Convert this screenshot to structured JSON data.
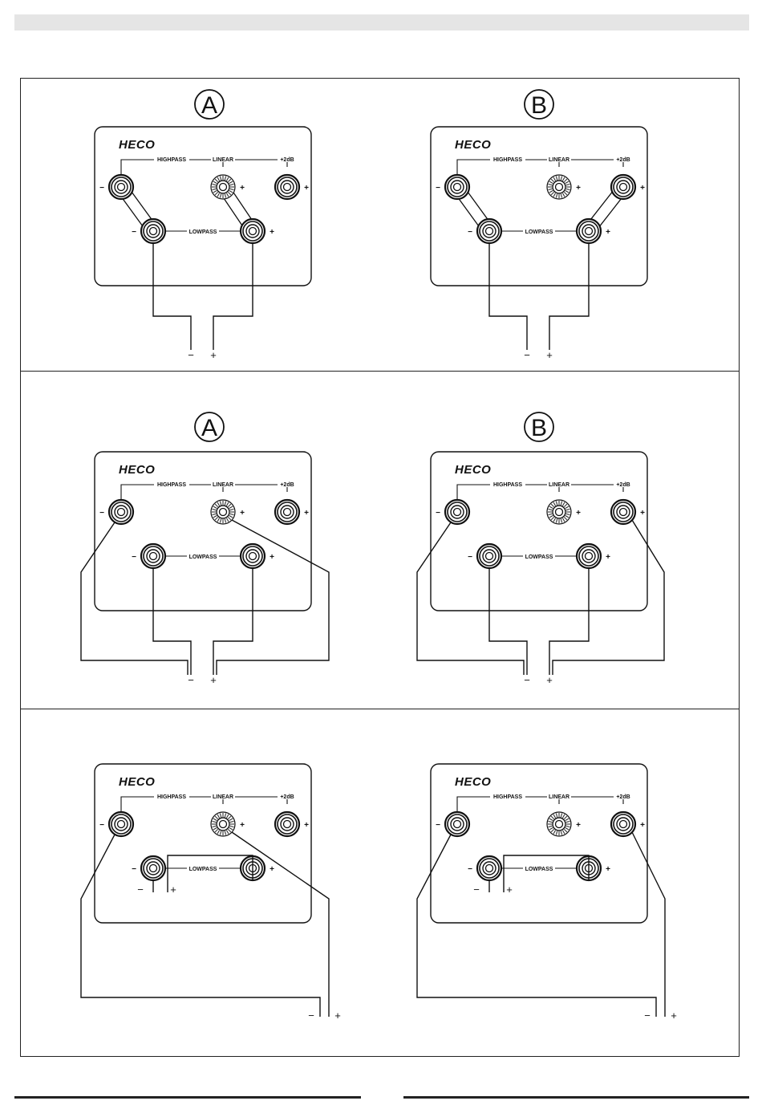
{
  "panel": {
    "brand": "HECO",
    "terminals": {
      "highpass": "HIGHPASS",
      "linear": "LINEAR",
      "plus2db": "+2dB",
      "lowpass": "LOWPASS"
    },
    "polarity": {
      "minus": "−",
      "plus": "+"
    }
  },
  "rows": [
    {
      "diagrams": [
        {
          "badge": "A"
        },
        {
          "badge": "B"
        }
      ]
    },
    {
      "diagrams": [
        {
          "badge": "A"
        },
        {
          "badge": "B"
        }
      ]
    },
    {
      "diagrams": [
        {
          "badge": ""
        },
        {
          "badge": ""
        }
      ]
    }
  ]
}
